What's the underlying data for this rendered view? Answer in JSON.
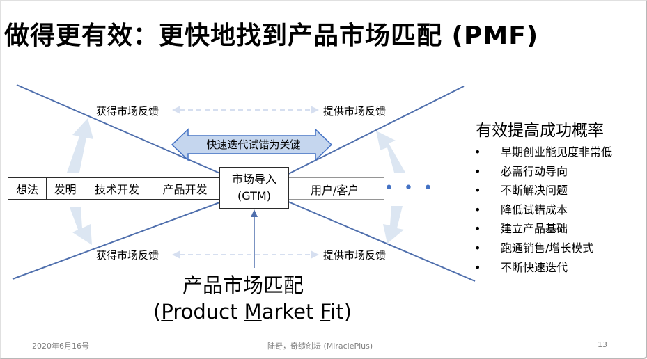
{
  "slide": {
    "title": "做得更有效：更快地找到产品市场匹配 (PMF)"
  },
  "diagram": {
    "stages": [
      "想法",
      "发明",
      "技术开发",
      "产品开发"
    ],
    "gtm": {
      "line1": "市场导入",
      "line2": "(GTM)"
    },
    "customer": "用户/客户",
    "ellipsis": "• • •",
    "feedback_top_left": "获得市场反馈",
    "feedback_top_right": "提供市场反馈",
    "feedback_bottom_left": "获得市场反馈",
    "feedback_bottom_right": "提供市场反馈",
    "iteration_key": "快速迭代试错为关键",
    "pmf_label": "产品市场匹配",
    "pmf_en": {
      "open": "(",
      "p": "P",
      "roduct": "roduct ",
      "m": "M",
      "arket": "arket ",
      "f": "F",
      "it": "it)"
    },
    "colors": {
      "line": "#4f6fad",
      "arrow_fill": "#dce6f2",
      "iter_fill": "#c5d6ee",
      "iter_stroke": "#4472c4"
    }
  },
  "side_panel": {
    "title": "有效提高成功概率",
    "bullet": "•",
    "items": [
      "早期创业能见度非常低",
      "必需行动导向",
      "不断解决问题",
      "降低试错成本",
      "建立产品基础",
      "跑通销售/增长模式",
      "不断快速迭代"
    ]
  },
  "footer": {
    "date": "2020年6月16号",
    "author": "陆奇，奇绩创坛 (MiraclePlus)",
    "page": "13"
  }
}
